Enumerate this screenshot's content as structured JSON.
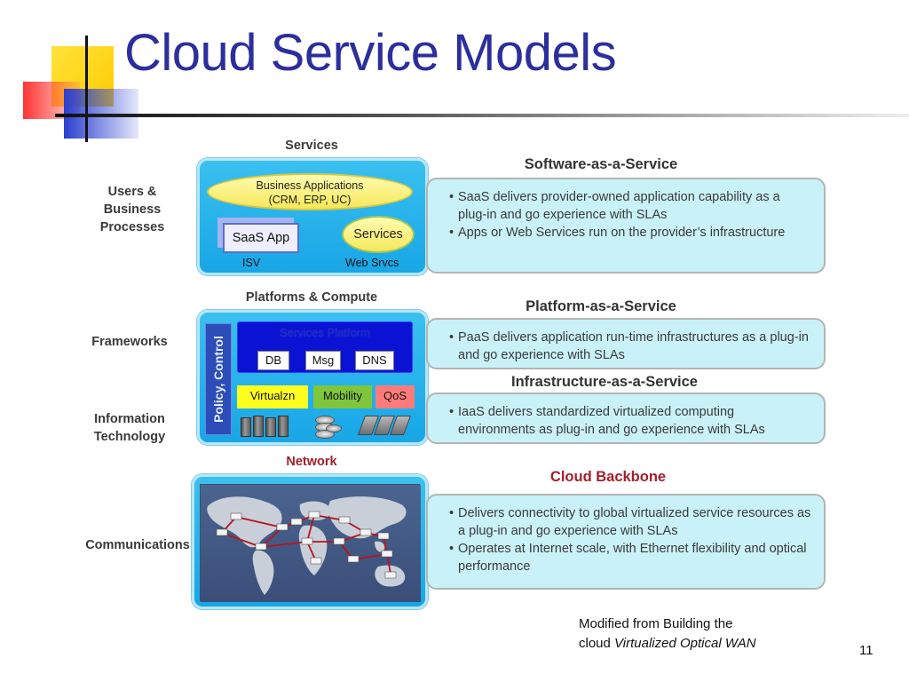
{
  "slide": {
    "title": "Cloud Service Models",
    "page_number": "11",
    "footnote": {
      "line1": "Modified from Building the",
      "line2_prefix": "cloud ",
      "line2_italic": "Virtualized Optical WAN"
    }
  },
  "left_labels": {
    "users": [
      "Users &",
      "Business",
      "Processes"
    ],
    "frameworks": "Frameworks",
    "it": [
      "Information",
      "Technology"
    ],
    "communications": "Communications"
  },
  "stack": {
    "services_header": "Services",
    "business_apps": [
      "Business Applications",
      "(CRM, ERP, UC)"
    ],
    "saas_app": "SaaS App",
    "isv": "ISV",
    "services_bubble": "Services",
    "web_srvcs": "Web Srvcs",
    "platforms_header": "Platforms & Compute",
    "policy_control": "Policy, Control",
    "services_platform": "Services Platform",
    "platform_chips": [
      "DB",
      "Msg",
      "DNS"
    ],
    "compute_chips": [
      "Virtualzn",
      "Mobility",
      "QoS"
    ],
    "network_header": "Network"
  },
  "models": {
    "saas": {
      "title": "Software-as-a-Service",
      "bullets": [
        "SaaS delivers provider-owned application capability as a plug-in and go experience with SLAs",
        "Apps or Web Services run on the provider’s infrastructure"
      ]
    },
    "paas": {
      "title": "Platform-as-a-Service",
      "bullets": [
        "PaaS delivers application run-time infrastructures as a plug-in and go experience with SLAs"
      ]
    },
    "iaas": {
      "title": "Infrastructure-as-a-Service",
      "bullets": [
        "IaaS delivers standardized virtualized computing environments as plug-in and go experience with SLAs"
      ]
    },
    "backbone": {
      "title": "Cloud Backbone",
      "bullets": [
        "Delivers connectivity to global virtualized service resources as a plug-in and go experience with SLAs",
        "Operates at Internet scale, with Ethernet flexibility and optical performance"
      ]
    }
  },
  "colors": {
    "title": "#2c2f9b",
    "panel": "#18a6e6",
    "desc_bg": "#c9f1f8",
    "network_red": "#a0202a"
  }
}
